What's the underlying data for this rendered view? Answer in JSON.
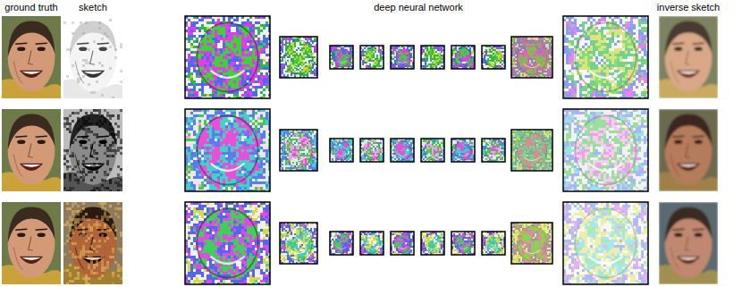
{
  "diagram": {
    "labels": [
      "ground truth",
      "sketch",
      "deep neural network",
      "inverse sketch"
    ]
  }
}
